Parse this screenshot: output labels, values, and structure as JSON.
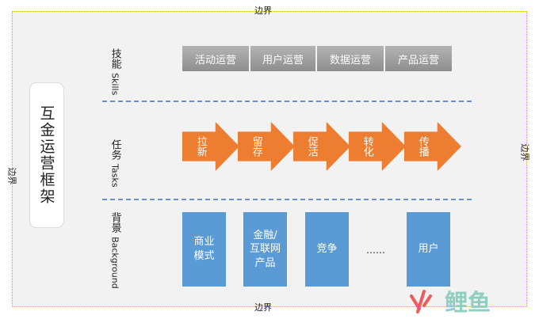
{
  "diagram": {
    "title": "互金运营框架",
    "boundary_label": "边界",
    "rows": {
      "skills": {
        "label_cn": "技能",
        "label_en": "Skills"
      },
      "tasks": {
        "label_cn": "任务",
        "label_en": "Tasks"
      },
      "background": {
        "label_cn": "背景",
        "label_en": "Background"
      }
    },
    "skills": [
      "活动运营",
      "用户运营",
      "数据运营",
      "产品运营"
    ],
    "tasks": [
      "拉新",
      "留存",
      "促活",
      "转化",
      "传播"
    ],
    "background": [
      "商业\n模式",
      "金融/\n互联网\n产品",
      "竞争",
      "……",
      "用户"
    ]
  },
  "watermark": {
    "text": "鲤鱼"
  },
  "colors": {
    "boundary": "#e8b400",
    "skill_fill": "#a0a0a0",
    "task_arrow": "#ed7d31",
    "background_box": "#5b9bd5",
    "divider": "#6a8fd3",
    "watermark": "#f05a5a"
  }
}
